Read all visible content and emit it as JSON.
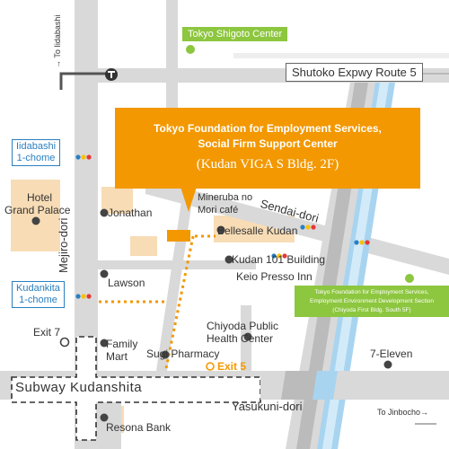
{
  "directions": {
    "to_iidabashi": "→ To Iidabashi",
    "to_jinbocho": "To Jinbocho→"
  },
  "highway": "Shutoko Expwy Route 5",
  "callout": {
    "line1": "Tokyo Foundation for Employment Services,",
    "line2": "Social Firm Support Center",
    "line3": "(Kudan VIGA S Bldg. 2F)"
  },
  "crossings": {
    "iidabashi": {
      "line1": "Iidabashi",
      "line2": "1-chome"
    },
    "kudankita": {
      "line1": "Kudankita",
      "line2": "1-chome"
    }
  },
  "roads": {
    "mejiro": "Mejiro-dori",
    "sendai": "Sendai-dori",
    "yasukuni": "Yasukuni-dori",
    "subway": "Subway Kudanshita"
  },
  "places": {
    "shigoto": "Tokyo Shigoto Center",
    "hotel_line1": "Hotel",
    "hotel_line2": "Grand Palace",
    "jonathan": "Jonathan",
    "mineruba_line1": "Mineruba no",
    "mineruba_line2": "Mori café",
    "bellesalle": "Bellesalle Kudan",
    "kudan101": "Kudan 101 Building",
    "keio": "Keio Presso Inn",
    "lawson": "Lawson",
    "chiyoda_line1": "Chiyoda Public",
    "chiyoda_line2": "Health Center",
    "exit7": "Exit 7",
    "family_line1": "Family",
    "family_line2": "Mart",
    "sugi": "Sugi Pharmacy",
    "exit5": "Exit 5",
    "eleven": "7-Eleven",
    "resona": "Resona Bank"
  },
  "green_note": {
    "line1": "Tokyo Foundation for Employment Services,",
    "line2": "Employment Environment Development Section",
    "line3": "(Chiyoda First Bldg. South 5F)"
  },
  "colors": {
    "accent_orange": "#f39800",
    "green": "#8dc63f",
    "road_gray": "#d9d9d9",
    "building_tan": "#f7dcb5",
    "river_blue": "#a8d4f0",
    "crossing_blue": "#2a7fc1"
  },
  "icons": {
    "train_station": "train-icon",
    "landmark": "dot-marker"
  }
}
